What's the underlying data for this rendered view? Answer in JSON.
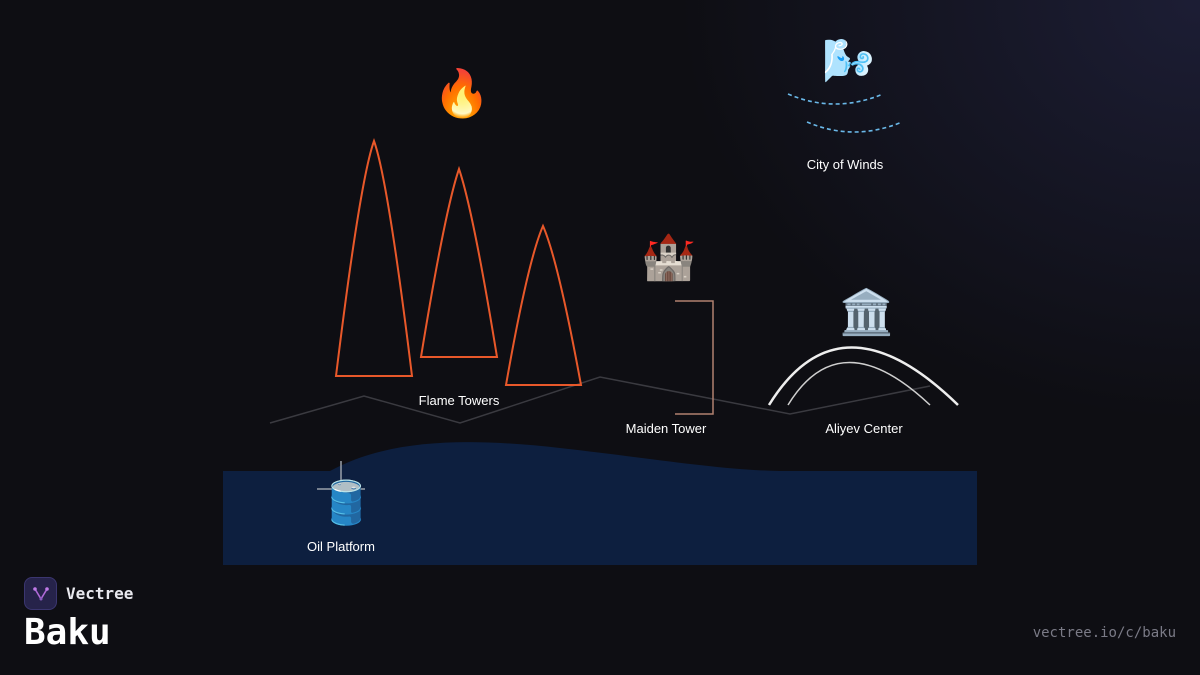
{
  "brand": {
    "name": "Vectree",
    "logo_icon": "vectree-logo-icon"
  },
  "city": {
    "name": "Baku"
  },
  "footer": {
    "url": "vectree.io/c/baku"
  },
  "landmarks": [
    {
      "key": "flame",
      "label": "Flame Towers",
      "icon": "🔥",
      "icon_name": "fire-icon"
    },
    {
      "key": "maiden",
      "label": "Maiden Tower",
      "icon": "🏰",
      "icon_name": "castle-icon"
    },
    {
      "key": "winds",
      "label": "City of Winds",
      "icon": "🌬️",
      "icon_name": "wind-icon"
    },
    {
      "key": "aliyev",
      "label": "Aliyev Center",
      "icon": "🏛️",
      "icon_name": "classical-building-icon"
    },
    {
      "key": "oil",
      "label": "Oil Platform",
      "icon": "🛢️",
      "icon_name": "oil-drum-icon"
    }
  ],
  "colors": {
    "background": "#0e0e13",
    "flame_outline": "#e8582a",
    "sea": "#0d1f3f",
    "wind": "#6ab8e8",
    "aliyev": "#eeeeee",
    "maiden_outline": "#b08070",
    "skyline": "#3a3a40"
  }
}
